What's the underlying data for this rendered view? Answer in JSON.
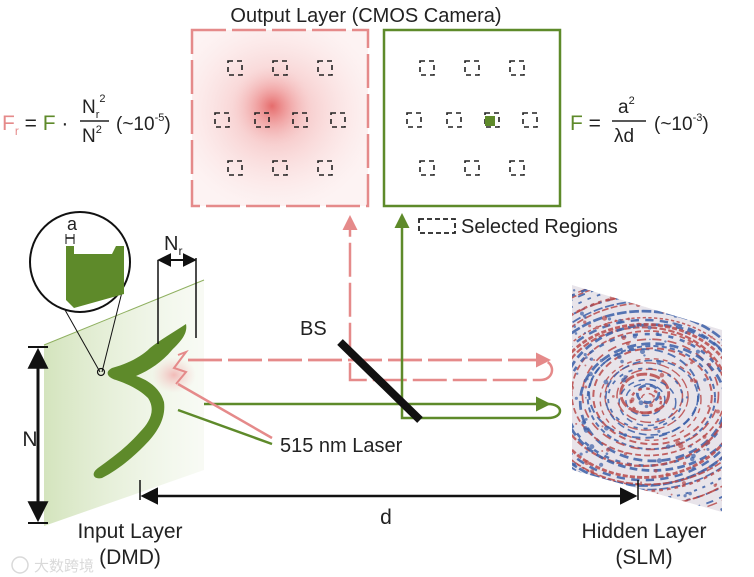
{
  "colors": {
    "green": "#5e8a2a",
    "pink": "#e58a8a",
    "black": "#111111",
    "speckle_blue": "#3a5fa8",
    "speckle_red": "#b84a4a"
  },
  "labels": {
    "output_layer": "Output Layer (CMOS Camera)",
    "selected_regions": "Selected Regions",
    "bs": "BS",
    "laser": "515 nm Laser",
    "d": "d",
    "a": "a",
    "n": "N",
    "nr_base": "N",
    "nr_sub": "r",
    "input_layer_line1": "Input Layer",
    "input_layer_line2": "(DMD)",
    "hidden_layer_line1": "Hidden Layer",
    "hidden_layer_line2": "(SLM)",
    "watermark": "大数跨境"
  },
  "formula_left": {
    "lhs": "F",
    "lhs_sub": "r",
    "eq": " = ",
    "f": "F",
    "dot": " · ",
    "num": "N",
    "num_sub": "r",
    "num_sup": "2",
    "den": "N",
    "den_sup": "2",
    "order_pre": "(~10",
    "order_exp": "-5",
    "order_post": ")"
  },
  "formula_right": {
    "lhs": "F",
    "eq": " = ",
    "num": "a",
    "num_sup": "2",
    "den": "λd",
    "order_pre": "(~10",
    "order_exp": "-3",
    "order_post": ")"
  }
}
